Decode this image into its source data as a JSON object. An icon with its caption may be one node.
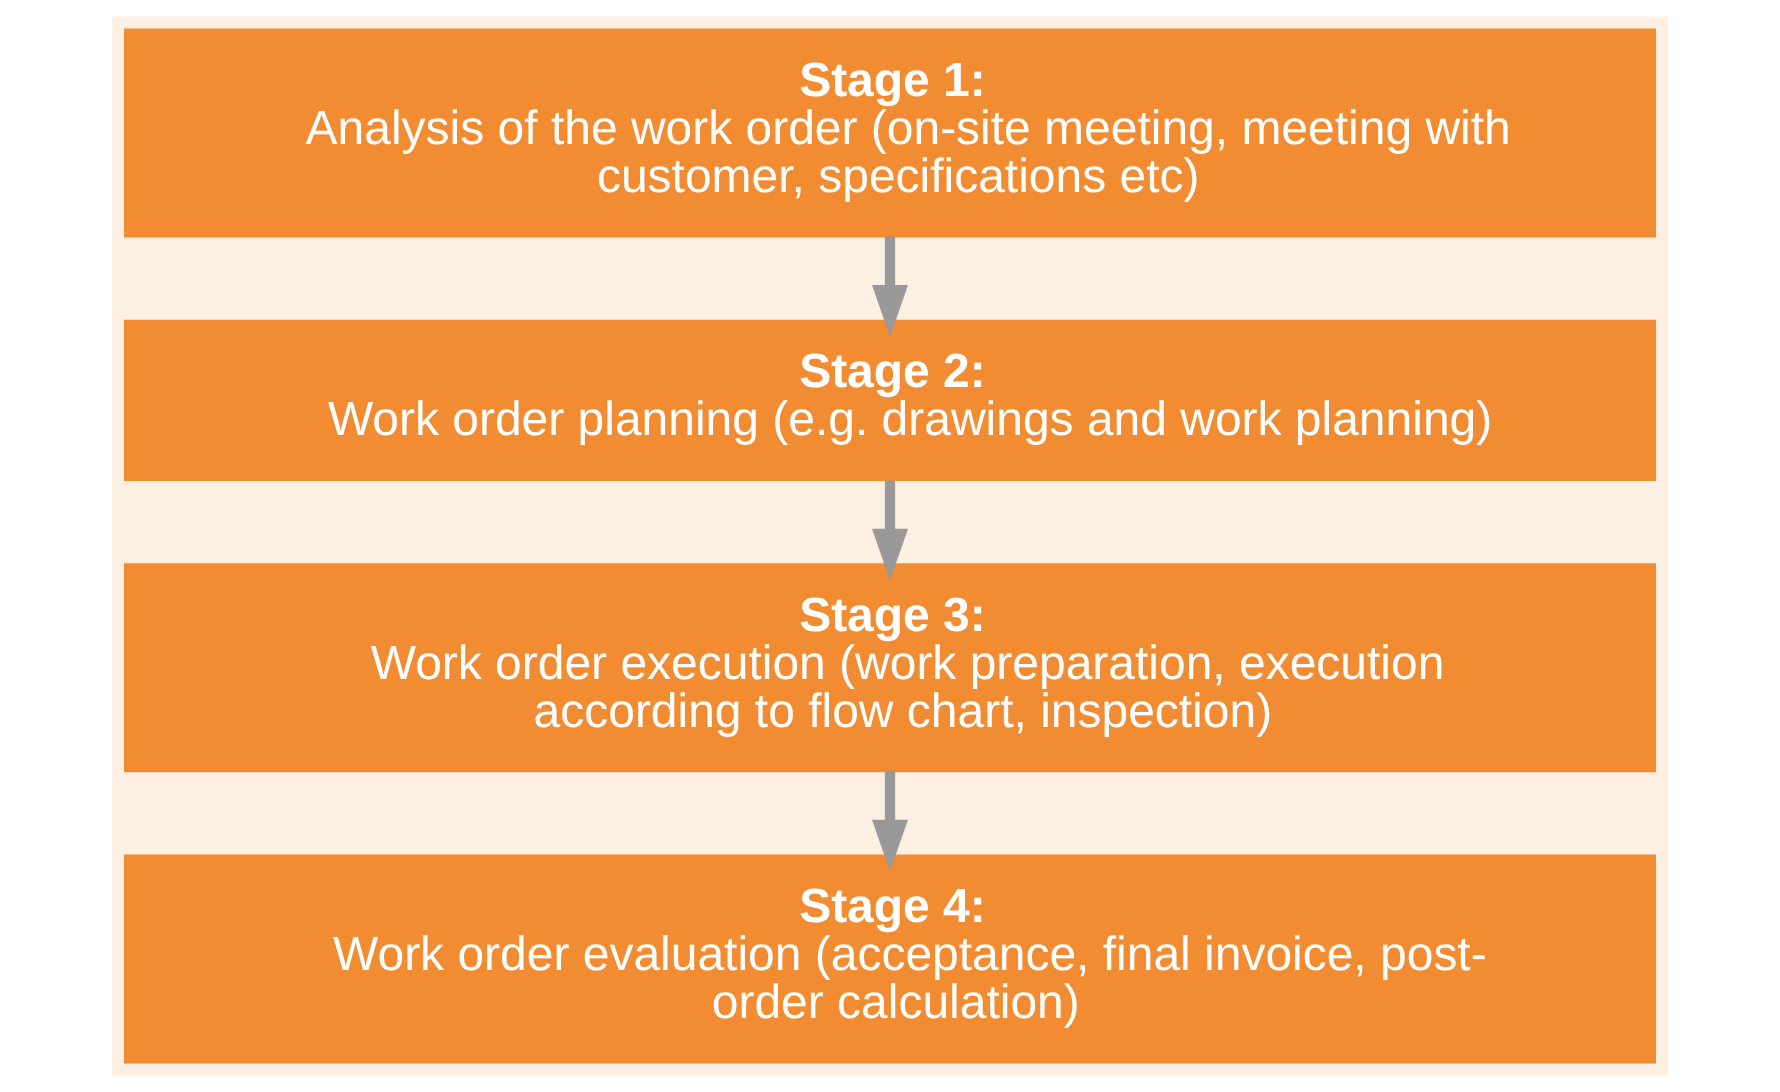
{
  "diagram": {
    "nodes": [
      {
        "text": [
          "Stage 1:",
          "Analysis of the work order (on-site meeting, meeting with customer, specifications etc)"
        ]
      },
      {
        "text": [
          "Stage 2:",
          "Work order planning (e.g. drawings and work planning)"
        ]
      },
      {
        "text": [
          "Stage 3:",
          "Work order execution (work preparation, execution according to flow chart, inspection)"
        ]
      },
      {
        "text": [
          "Stage 4:",
          "Work order evaluation (acceptance, final invoice, post-order calculation)"
        ]
      }
    ],
    "edges": [
      {
        "from": 0,
        "to": 1,
        "arrow": "to"
      },
      {
        "from": 1,
        "to": 2,
        "arrow": "to"
      },
      {
        "from": 2,
        "to": 3,
        "arrow": "to"
      }
    ]
  }
}
